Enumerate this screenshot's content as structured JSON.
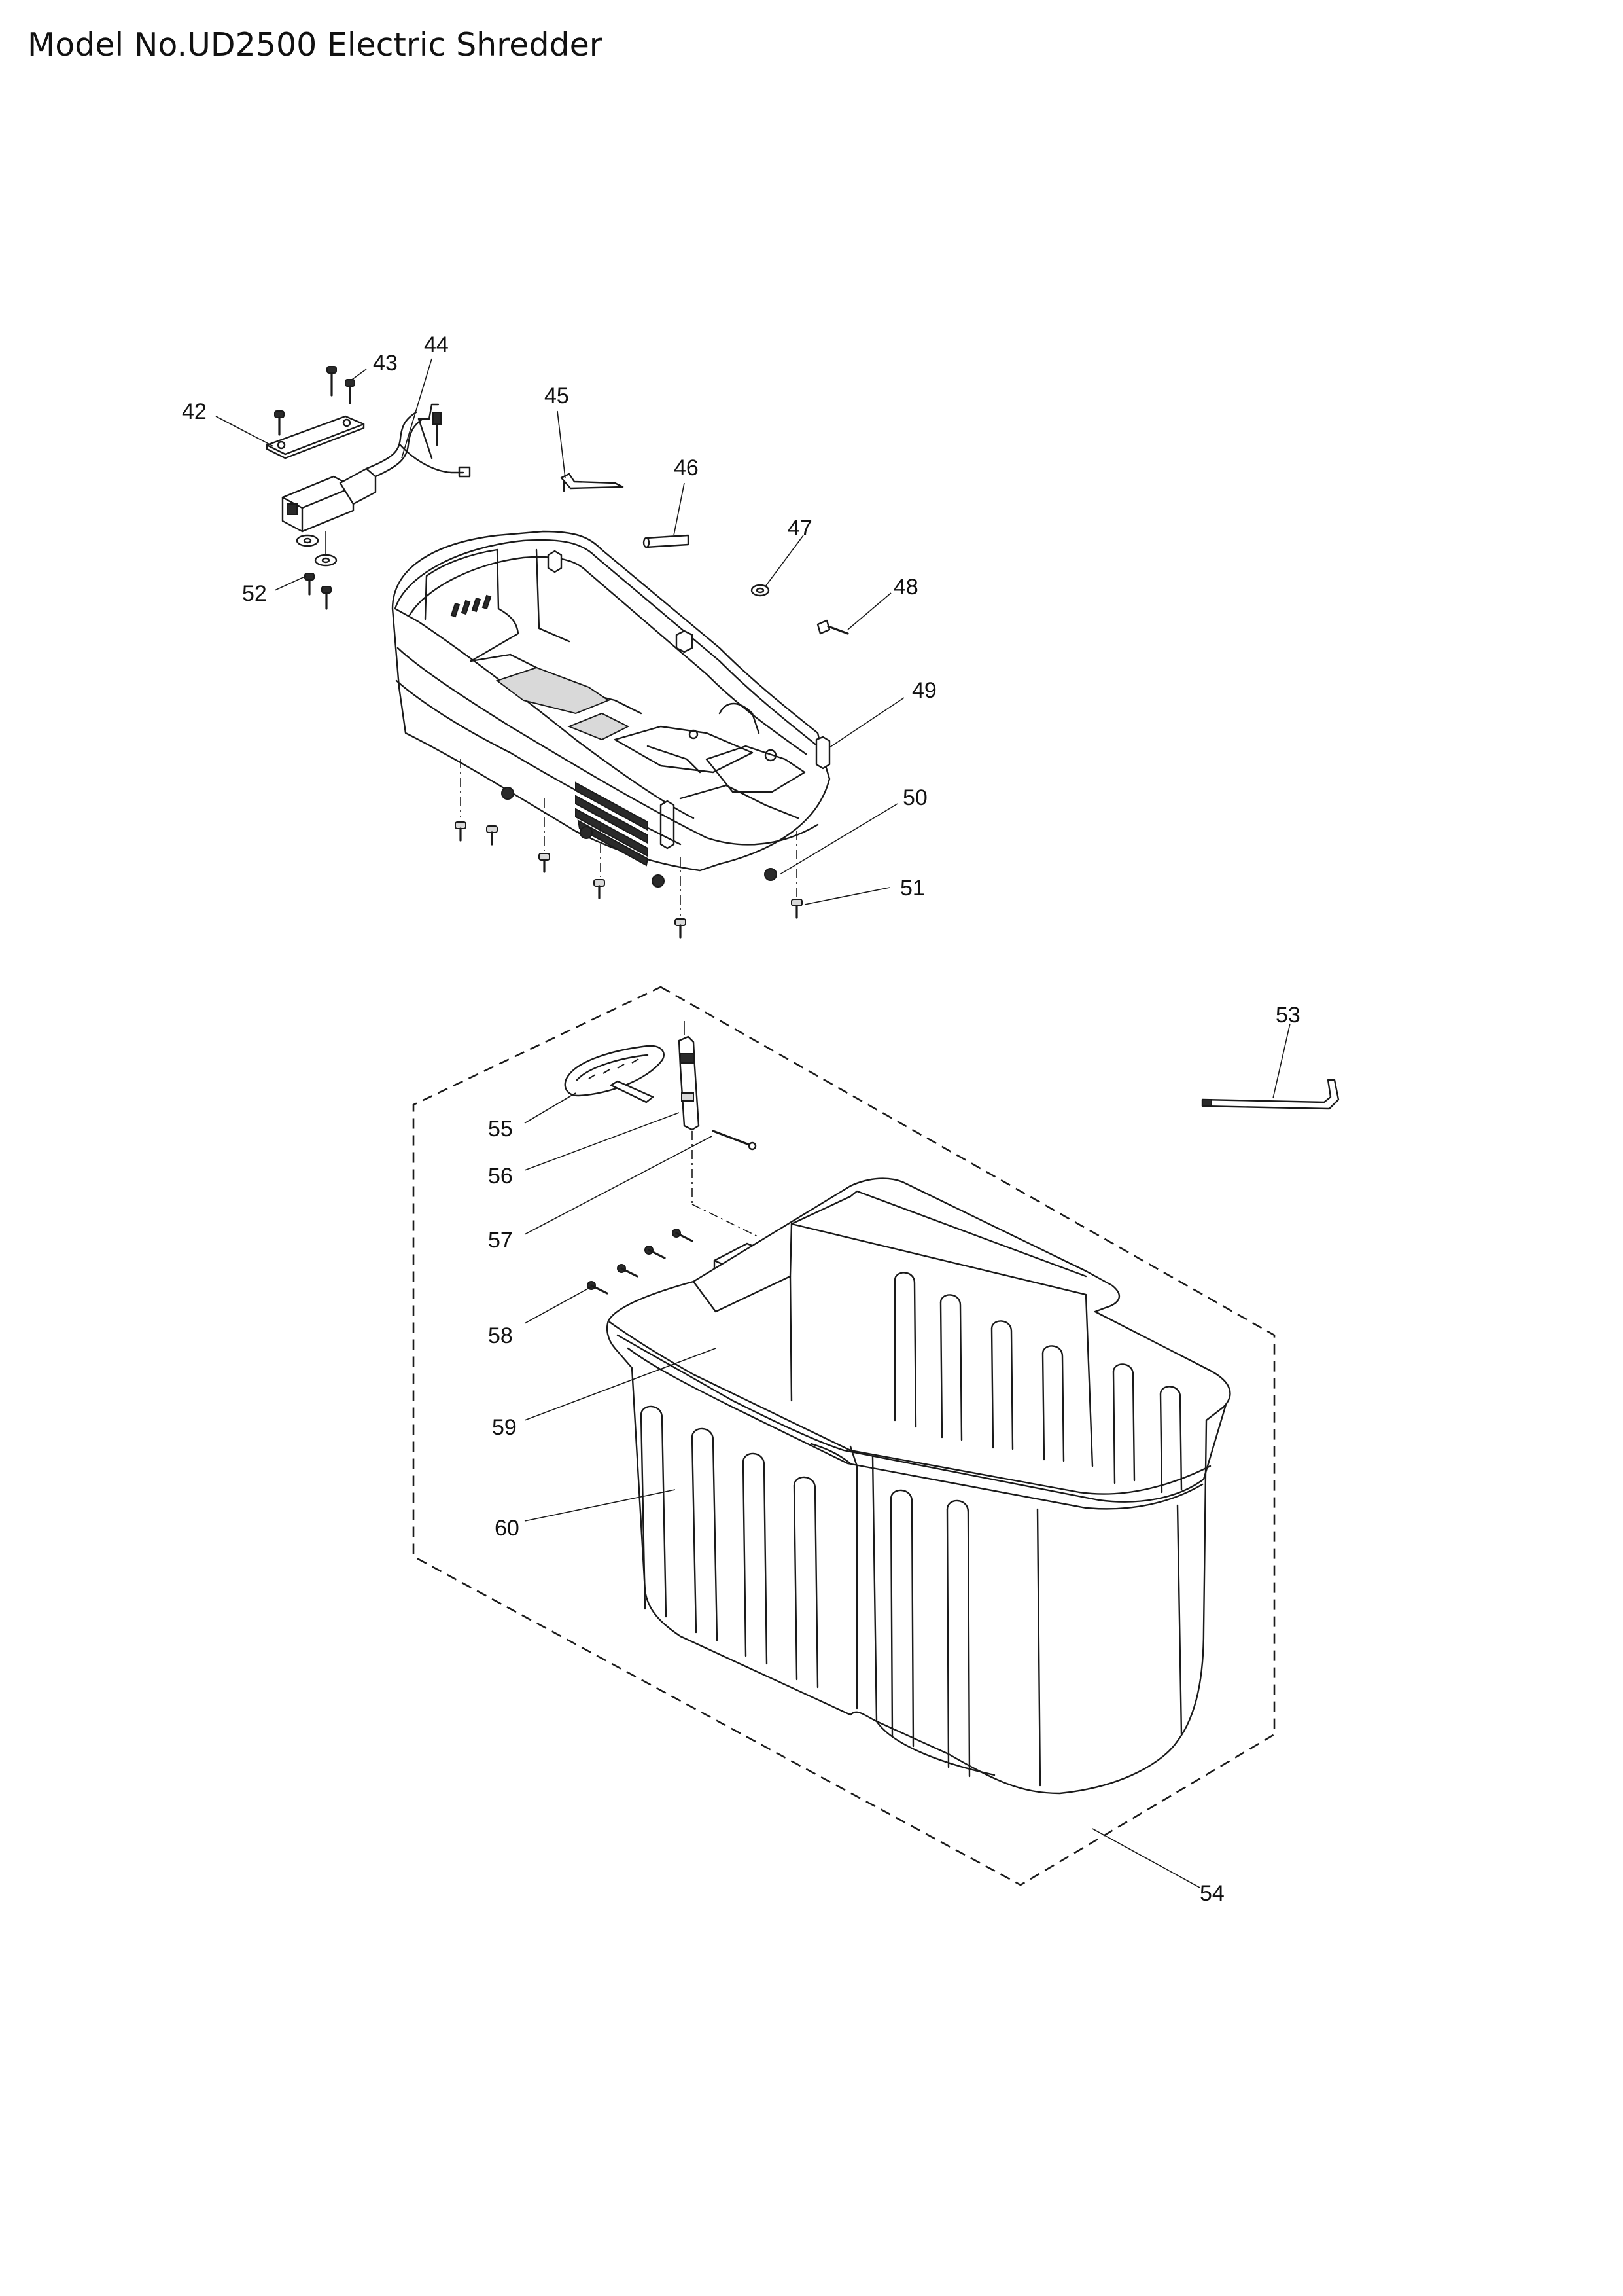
{
  "title": "Model No.UD2500 Electric Shredder",
  "callouts": [
    {
      "id": "c42",
      "label": "42"
    },
    {
      "id": "c43",
      "label": "43"
    },
    {
      "id": "c44",
      "label": "44"
    },
    {
      "id": "c45",
      "label": "45"
    },
    {
      "id": "c46",
      "label": "46"
    },
    {
      "id": "c47",
      "label": "47"
    },
    {
      "id": "c48",
      "label": "48"
    },
    {
      "id": "c49",
      "label": "49"
    },
    {
      "id": "c50",
      "label": "50"
    },
    {
      "id": "c51",
      "label": "51"
    },
    {
      "id": "c52",
      "label": "52"
    },
    {
      "id": "c53",
      "label": "53"
    },
    {
      "id": "c54",
      "label": "54"
    },
    {
      "id": "c55",
      "label": "55"
    },
    {
      "id": "c56",
      "label": "56"
    },
    {
      "id": "c57",
      "label": "57"
    },
    {
      "id": "c58",
      "label": "58"
    },
    {
      "id": "c59",
      "label": "59"
    },
    {
      "id": "c60",
      "label": "60"
    }
  ]
}
